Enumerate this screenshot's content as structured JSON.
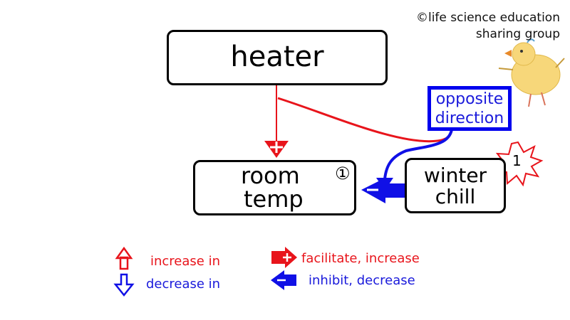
{
  "copyright": {
    "line1": "©life science education",
    "line2": "sharing group"
  },
  "nodes": {
    "heater": "heater",
    "room_temp_line1": "room",
    "room_temp_line2": "temp",
    "room_temp_marker": "①",
    "winter_chill_line1": "winter",
    "winter_chill_line2": "chill",
    "burst_number": "1"
  },
  "callout": {
    "line1": "opposite",
    "line2": "direction"
  },
  "legend": {
    "increase_in": "increase in",
    "decrease_in": "decrease in",
    "facilitate": "facilitate, increase",
    "inhibit": "inhibit, decrease"
  },
  "colors": {
    "facilitate": "#e8141b",
    "inhibit": "#1010e6",
    "node_border": "#000000"
  },
  "icons": [
    "plus-sign-icon",
    "minus-sign-icon",
    "up-arrow-icon",
    "down-arrow-icon",
    "starburst-icon",
    "chick-drawing-icon"
  ]
}
